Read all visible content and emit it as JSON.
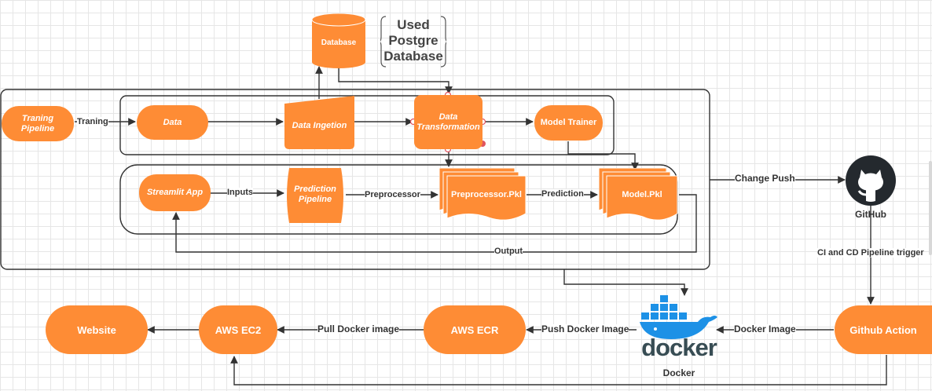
{
  "nodes": {
    "training_pipeline": "Traning Pipeline",
    "data": "Data",
    "data_ingestion": "Data Ingetion",
    "data_transformation": "Data Transformation",
    "model_trainer": "Model Trainer",
    "database": "Database",
    "streamlit_app": "Streamlit App",
    "prediction_pipeline": "Prediction Pipeline",
    "preprocessor_pkl": "Preprocessor.Pkl",
    "model_pkl": "Model.Pkl",
    "website": "Website",
    "aws_ec2": "AWS EC2",
    "aws_ecr": "AWS ECR",
    "github_action": "Github Action",
    "github": "GitHub",
    "docker": "Docker",
    "docker_logo_text": "docker"
  },
  "note": {
    "line1": "Used",
    "line2": "Postgre",
    "line3": "Database"
  },
  "edge_labels": {
    "training": "Traning",
    "inputs": "Inputs",
    "preprocessor": "Preprocessor",
    "prediction": "Prediction",
    "output": "Output",
    "change_push": "Change Push",
    "ci_cd": "CI and CD Pipeline trigger",
    "docker_image": "Docker Image",
    "push_docker_image": "Push Docker Image",
    "pull_docker_image": "Pull Docker image"
  },
  "colors": {
    "node_fill": "#fe8c35",
    "node_text": "#ffffff",
    "edge": "#333333",
    "docker_blue": "#1d91e6",
    "github_dark": "#24292e"
  },
  "icons": [
    "github-icon",
    "docker-whale-icon"
  ]
}
